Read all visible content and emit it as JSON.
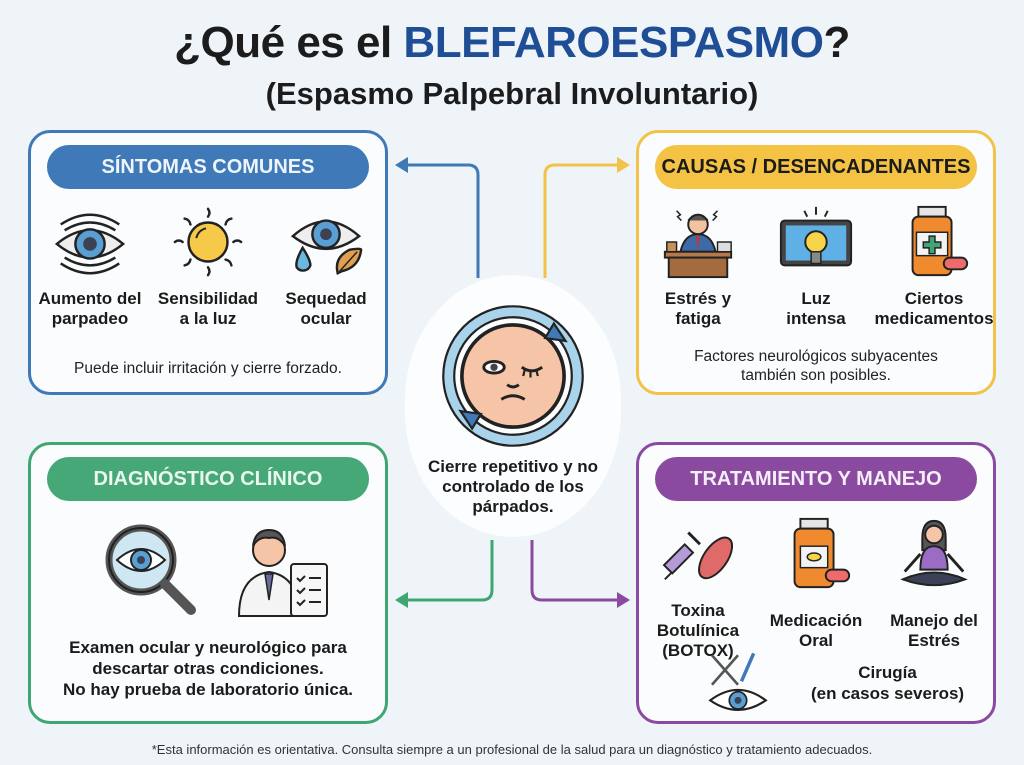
{
  "header": {
    "title_prefix": "¿Qué es el ",
    "title_accent": "BLEFAROESPASMO",
    "title_suffix": "?",
    "subtitle": "(Espasmo Palpebral Involuntario)"
  },
  "colors": {
    "background": "#eef4f8",
    "title_accent": "#1f4e96",
    "symptoms": "#3f79b8",
    "causes": "#f4c343",
    "diagnosis": "#47a877",
    "treatment": "#8a4aa0"
  },
  "center": {
    "icon": "winking-face-cycle-icon",
    "text": "Cierre repetitivo y no controlado de los párpados."
  },
  "symptoms": {
    "title": "SÍNTOMAS COMUNES",
    "items": [
      {
        "icon": "eye-blinking-icon",
        "label_1": "Aumento del",
        "label_2": "parpadeo"
      },
      {
        "icon": "sun-icon",
        "label_1": "Sensibilidad",
        "label_2": "a la luz"
      },
      {
        "icon": "dry-eye-icon",
        "label_1": "Sequedad",
        "label_2": "ocular"
      }
    ],
    "note": "Puede incluir irritación y cierre forzado."
  },
  "causes": {
    "title": "CAUSAS / DESENCADENANTES",
    "items": [
      {
        "icon": "stressed-worker-icon",
        "label_1": "Estrés y",
        "label_2": "fatiga"
      },
      {
        "icon": "screen-lightbulb-icon",
        "label_1": "Luz",
        "label_2": "intensa"
      },
      {
        "icon": "medicine-bottle-icon",
        "label_1": "Ciertos",
        "label_2": "medicamentos"
      }
    ],
    "note_1": "Factores neurológicos subyacentes",
    "note_2": "también son posibles."
  },
  "diagnosis": {
    "title": "DIAGNÓSTICO CLÍNICO",
    "icons": [
      "magnifier-eye-icon",
      "doctor-clipboard-icon"
    ],
    "line_1": "Examen ocular y neurológico para",
    "line_2": "descartar otras condiciones.",
    "line_3": "No hay prueba de laboratorio única."
  },
  "treatment": {
    "title": "TRATAMIENTO Y MANEJO",
    "items": [
      {
        "icon": "syringe-muscle-icon",
        "label_1": "Toxina",
        "label_2": "Botulínica",
        "label_3": "(BOTOX)"
      },
      {
        "icon": "pill-bottle-icon",
        "label_1": "Medicación",
        "label_2": "Oral"
      },
      {
        "icon": "meditation-icon",
        "label_1": "Manejo del",
        "label_2": "Estrés"
      }
    ],
    "surgery": {
      "icon": "surgery-eye-icon",
      "label_1": "Cirugía",
      "label_2": "(en casos severos)"
    }
  },
  "footer": {
    "disclaimer": "*Esta información es orientativa. Consulta siempre a un profesional de la salud para un diagnóstico y tratamiento adecuados."
  }
}
